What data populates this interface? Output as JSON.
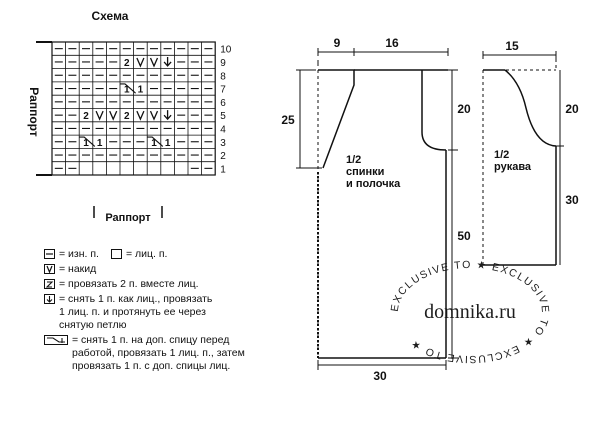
{
  "scheme": {
    "title": "Схема",
    "vertical_label": "Раппорт",
    "bottom_label": "Раппорт",
    "row_numbers": [
      "10",
      "9",
      "8",
      "7",
      "6",
      "5",
      "4",
      "3",
      "2",
      "1"
    ],
    "row9_symbols": [
      "2",
      "V",
      "V",
      "↓"
    ],
    "row7_symbols": [
      "1",
      "1"
    ],
    "row5_symbols": [
      "2",
      "V",
      "V",
      "2",
      "V",
      "V",
      "↓"
    ],
    "row3_symbols": [
      "1",
      "1",
      "1",
      "1"
    ]
  },
  "legend": {
    "purl_text": "= изн. п.",
    "knit_text": "= лиц. п.",
    "yo_text": "= накид",
    "k2tog_text": "= провязать 2 п. вместе лиц.",
    "skpo_text": "= снять 1 п. как лиц., провязать\n1 лиц. п. и протянуть ее через\nснятую петлю",
    "cross_text": "= снять 1 п. на доп. спицу перед\nработой, провязать 1 лиц. п., затем\nпровязать 1 п. с доп. спицы лиц."
  },
  "body_pattern": {
    "label": "1/2\nспинки\nи полочка",
    "dims": {
      "top_left": "9",
      "top_right": "16",
      "left": "25",
      "right_top": "20",
      "right_bottom": "50",
      "bottom": "30"
    }
  },
  "sleeve_pattern": {
    "label": "1/2\nрукава",
    "dims": {
      "top": "15",
      "right_top": "20",
      "right_bottom": "30"
    }
  },
  "watermark": {
    "site": "domnika.ru",
    "ring_text": "EXCLUSIVE TO ★ EXCLUSIVE TO ★ EXCLUSIVE TO ★"
  }
}
